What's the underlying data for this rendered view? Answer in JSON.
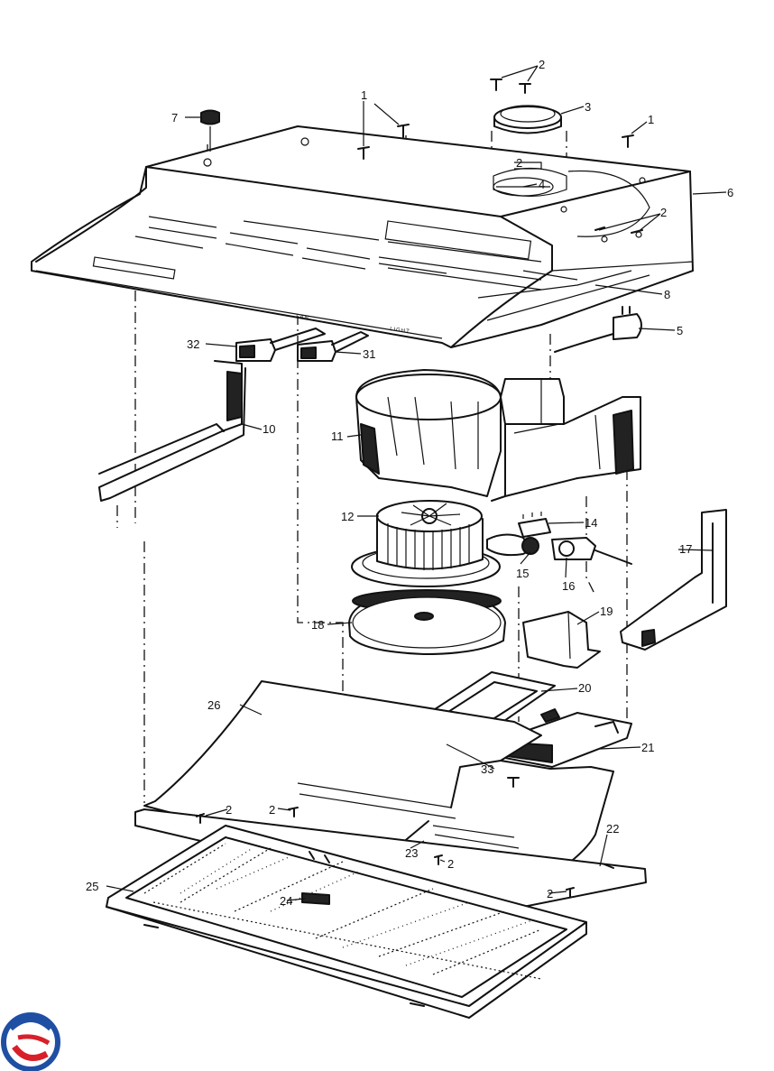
{
  "labels": {
    "l1a": "1",
    "l1b": "1",
    "l2a": "2",
    "l2b": "2",
    "l2c": "2",
    "l2d": "2",
    "l2e": "2",
    "l2f": "2",
    "l2g": "2",
    "l3": "3",
    "l4": "4",
    "l5": "5",
    "l6": "6",
    "l7": "7",
    "l8": "8",
    "l10": "10",
    "l11": "11",
    "l12": "12",
    "l14": "14",
    "l15": "15",
    "l16": "16",
    "l17": "17",
    "l18": "18",
    "l19": "19",
    "l20": "20",
    "l21": "21",
    "l22": "22",
    "l23": "23",
    "l24": "24",
    "l25": "25",
    "l26": "26",
    "l31": "31",
    "l32": "32",
    "l33": "33"
  },
  "panel_text": {
    "fan": "FAN",
    "light": "LIGHT"
  },
  "colors": {
    "logo_blue": "#1f4fa3",
    "logo_red": "#d8202a"
  }
}
